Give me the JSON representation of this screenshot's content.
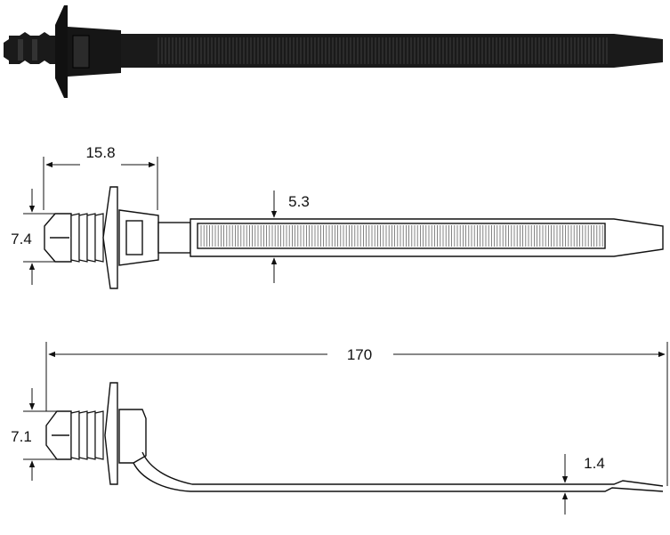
{
  "colors": {
    "tie_fill": "#1a1a1a",
    "tie_edge": "#050505",
    "line_art": "#111111",
    "teeth": "#666666",
    "background": "#ffffff"
  },
  "dimensions": {
    "head_length": "15.8",
    "plug_height_top_view": "7.4",
    "strap_width": "5.3",
    "overall_length": "170",
    "plug_height_side_view": "7.1",
    "strap_thickness": "1.4"
  }
}
